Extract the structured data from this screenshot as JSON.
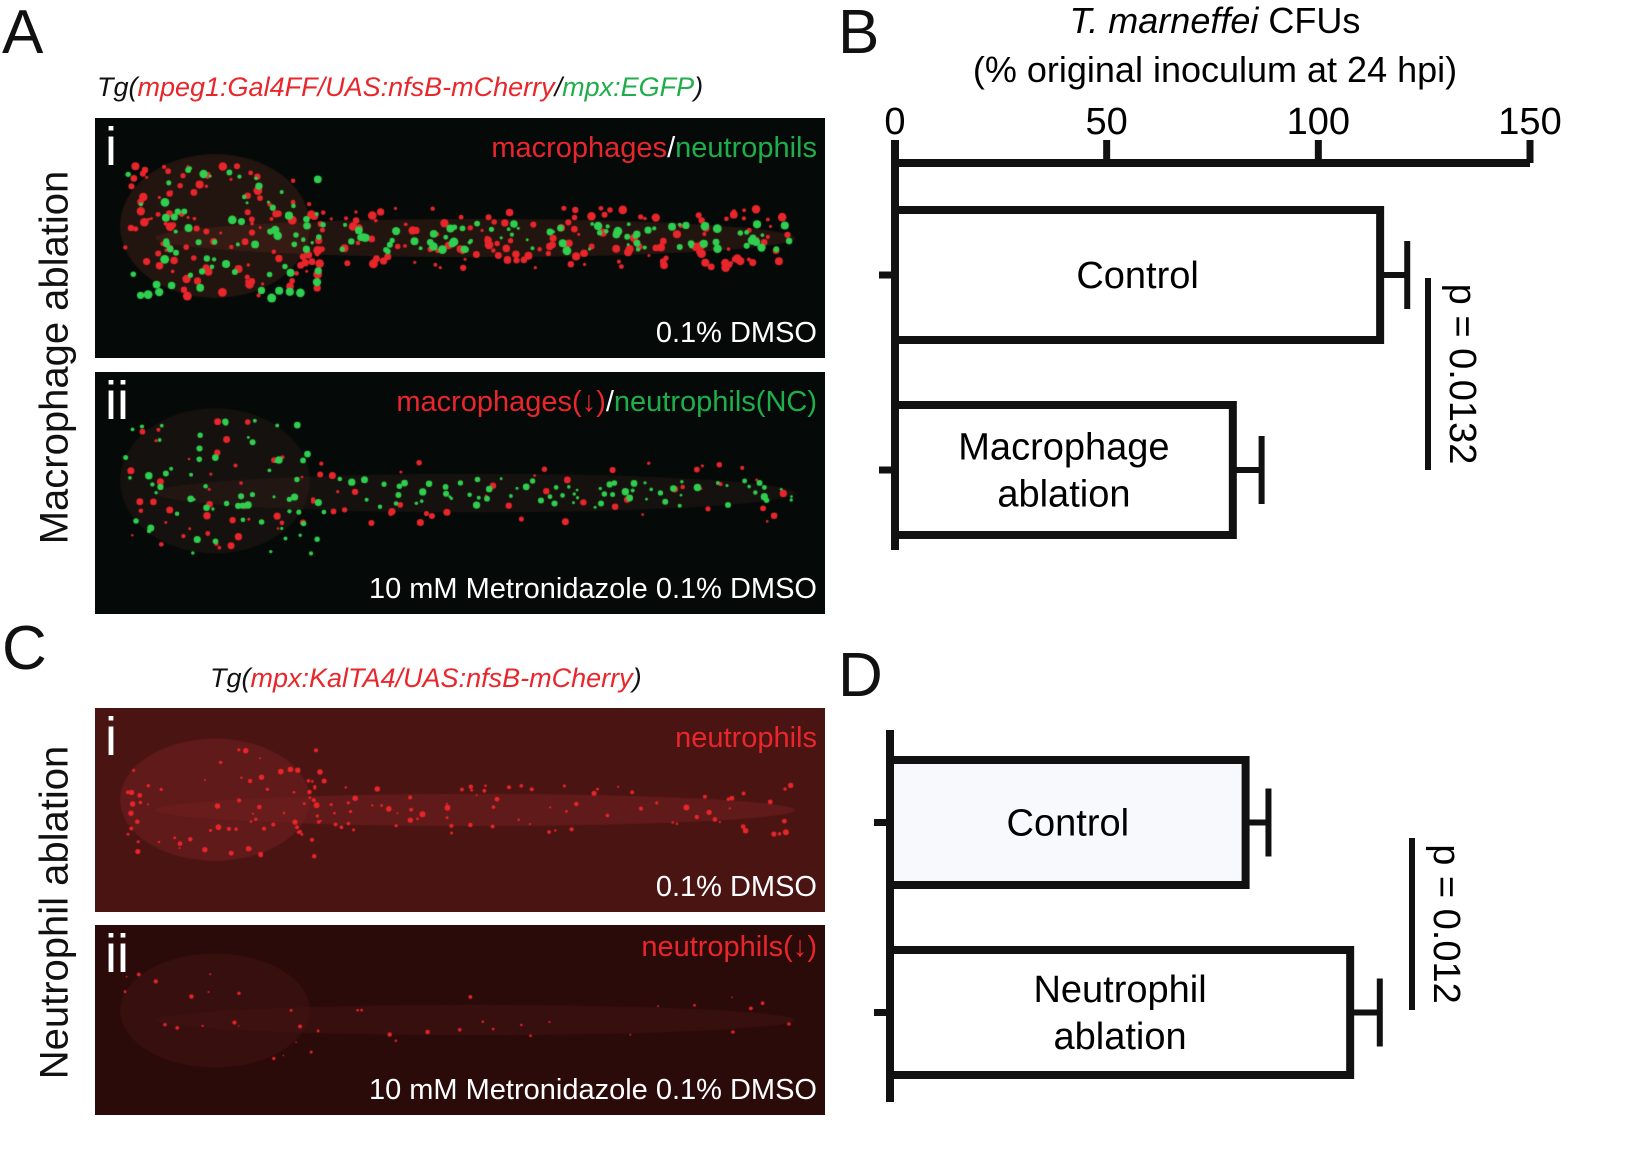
{
  "panel_labels": {
    "a": "A",
    "b": "B",
    "c": "C",
    "d": "D"
  },
  "panel_a": {
    "side_label": "Macrophage ablation",
    "genotype": {
      "prefix": "Tg(",
      "red": "mpeg1:Gal4FF/UAS:nfsB-mCherry",
      "sep": "/",
      "green": "mpx:EGFP",
      "suffix": ")"
    },
    "images": [
      {
        "roman": "i",
        "top_red": "macrophages",
        "top_sep": "/",
        "top_green": "neutrophils",
        "bottom": "0.1% DMSO"
      },
      {
        "roman": "ii",
        "top_red": "macrophages(↓)",
        "top_sep": "/",
        "top_green": "neutrophils(NC)",
        "bottom": "10 mM Metronidazole 0.1% DMSO"
      }
    ]
  },
  "panel_c": {
    "side_label": "Neutrophil ablation",
    "genotype": {
      "prefix": "Tg(",
      "red": "mpx:KalTA4/UAS:nfsB-mCherry",
      "suffix": ")"
    },
    "images": [
      {
        "roman": "i",
        "top_red": "neutrophils",
        "bottom": "0.1% DMSO"
      },
      {
        "roman": "ii",
        "top_red": "neutrophils(↓)",
        "bottom": "10 mM Metronidazole 0.1% DMSO"
      }
    ]
  },
  "colors": {
    "red": "#e8262b",
    "green": "#1fae4b",
    "bar_fill_d_control": "#f7f9fc"
  },
  "chart_data": [
    {
      "type": "bar",
      "orientation": "horizontal",
      "panel": "B",
      "title_italic": "T. marneffei",
      "title_rest": " CFUs",
      "xlabel": "(% original inoculum at 24 hpi)",
      "xlim": [
        0,
        150
      ],
      "xticks": [
        0,
        50,
        100,
        150
      ],
      "xtick_labels": [
        "0",
        "50",
        "100",
        "150"
      ],
      "axis_position": "top",
      "categories": [
        "Control",
        "Macrophage ablation"
      ],
      "category_lines": [
        [
          "Control"
        ],
        [
          "Macrophage",
          "ablation"
        ]
      ],
      "values": [
        114.6,
        79.8
      ],
      "errors": [
        6.4,
        6.8
      ],
      "significance": {
        "label": "p = 0.0132"
      }
    },
    {
      "type": "bar",
      "orientation": "horizontal",
      "panel": "D",
      "xlim": [
        0,
        150
      ],
      "categories": [
        "Control",
        "Neutrophil ablation"
      ],
      "category_lines": [
        [
          "Control"
        ],
        [
          "Neutrophil",
          "ablation"
        ]
      ],
      "values": [
        84,
        108.7
      ],
      "errors": [
        5.4,
        7
      ],
      "significance": {
        "label": "p = 0.012"
      }
    }
  ]
}
